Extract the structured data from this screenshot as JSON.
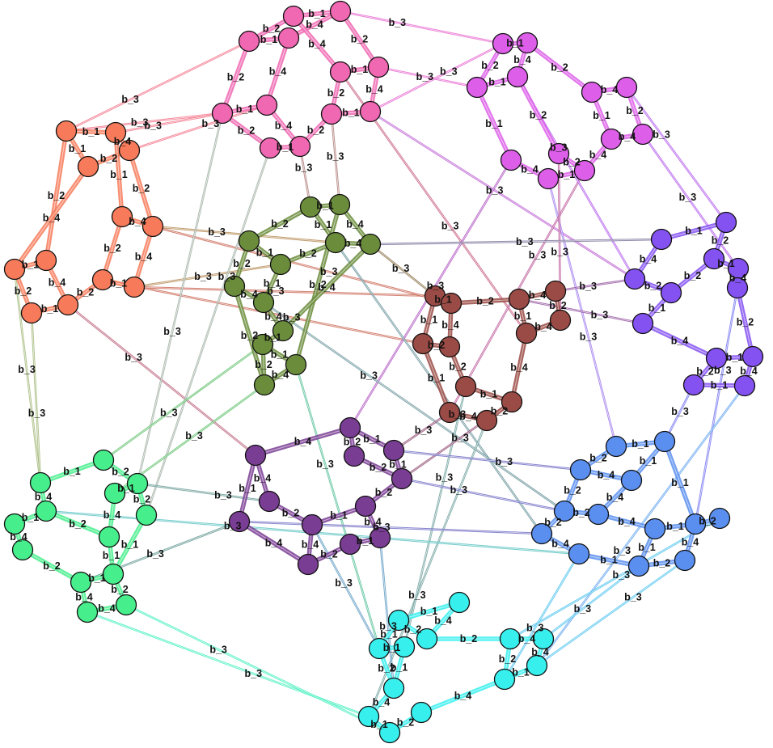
{
  "graph": {
    "directed": false,
    "clusters": [
      {
        "id": "orange",
        "color": "#f77b5a"
      },
      {
        "id": "pink",
        "color": "#f067b2"
      },
      {
        "id": "magenta",
        "color": "#dd5ee9"
      },
      {
        "id": "violet",
        "color": "#8552f2"
      },
      {
        "id": "olive",
        "color": "#6a8c3b"
      },
      {
        "id": "brown",
        "color": "#9b4b45"
      },
      {
        "id": "purple",
        "color": "#7a3d94"
      },
      {
        "id": "green",
        "color": "#46ee8c"
      },
      {
        "id": "blue",
        "color": "#5a8ff0"
      },
      {
        "id": "cyan",
        "color": "#37f0ee"
      }
    ],
    "edge_labels": {
      "b1": "b_1",
      "b2": "b_2",
      "b3": "b_3",
      "b4": "b_4"
    }
  }
}
